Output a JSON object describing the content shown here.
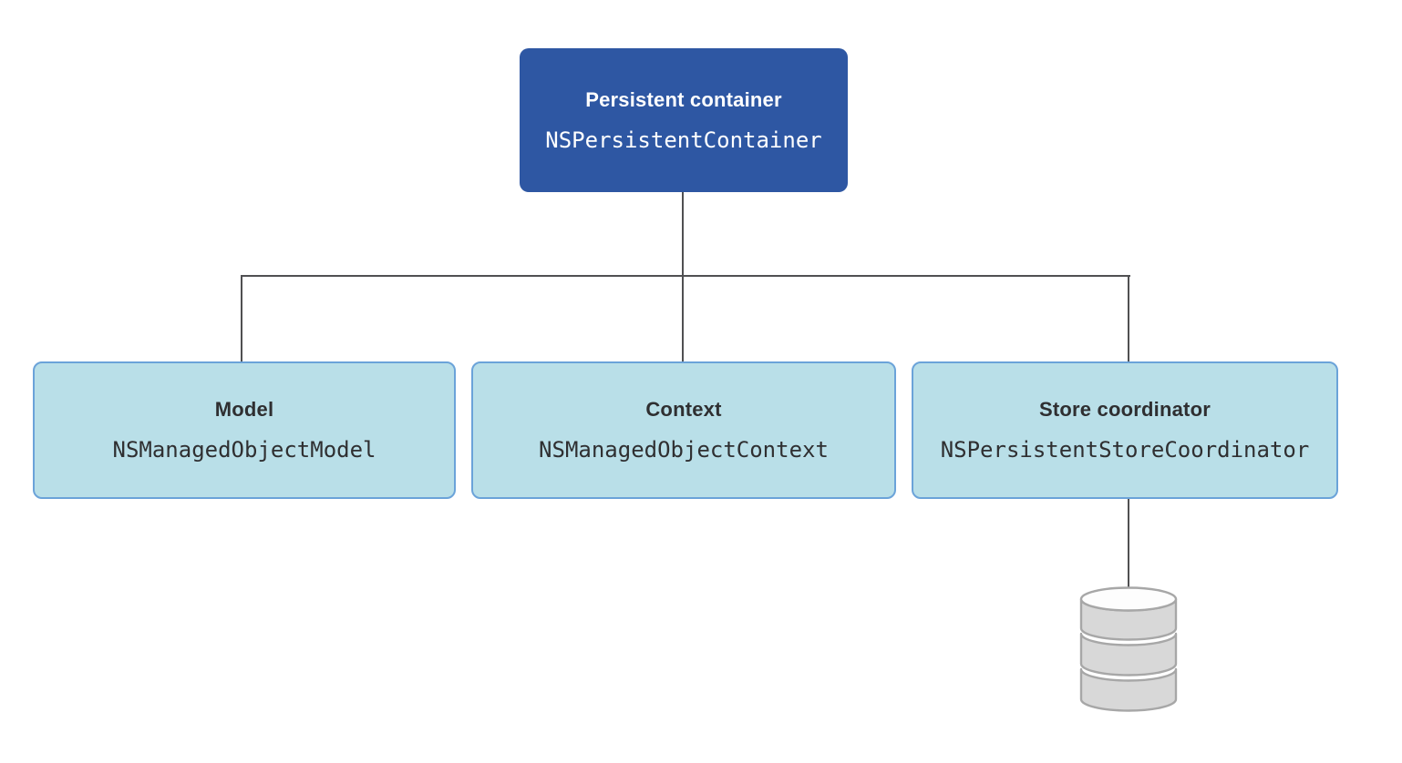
{
  "nodes": {
    "persistent_container": {
      "title": "Persistent container",
      "class_name": "NSPersistentContainer"
    },
    "model": {
      "title": "Model",
      "class_name": "NSManagedObjectModel"
    },
    "context": {
      "title": "Context",
      "class_name": "NSManagedObjectContext"
    },
    "store_coordinator": {
      "title": "Store coordinator",
      "class_name": "NSPersistentStoreCoordinator"
    }
  },
  "icons": {
    "persistent_store": "database-cylinder-icon"
  },
  "colors": {
    "canvas_bg": "#ffffff",
    "primary_node_bg": "#2e57a3",
    "primary_node_text": "#ffffff",
    "secondary_node_bg": "#b9dfe8",
    "secondary_node_border": "#6ba3d9",
    "secondary_node_text": "#2f2f31",
    "connector": "#505052",
    "database_fill": "#d8d8d8",
    "database_stroke": "#a7a7a7",
    "database_top_fill": "#fdfdfd"
  }
}
